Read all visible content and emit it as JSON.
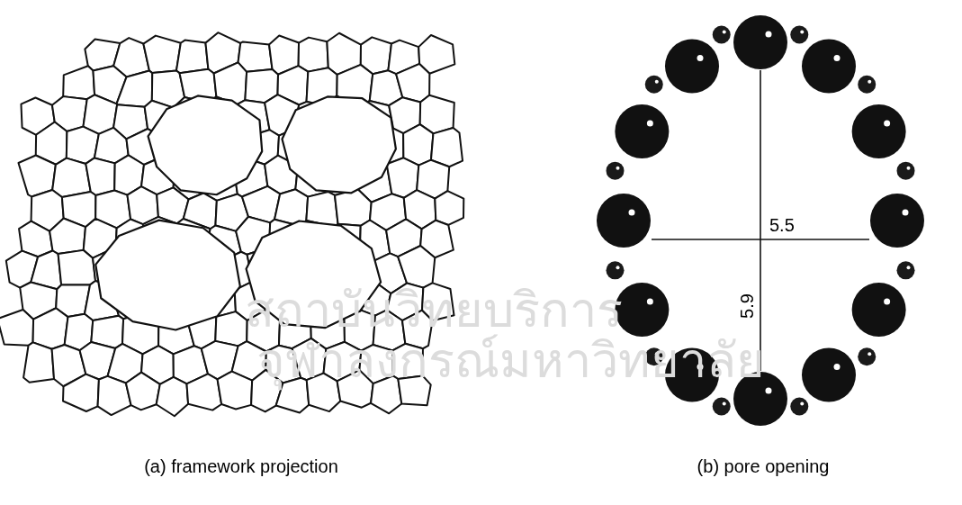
{
  "diagram": {
    "labels": [
      "5.5",
      "5.9",
      "สถาบันวิทยบริการ",
      "จุฬาลงกรณ์มหาวิทยาลัย",
      "(a) framework projection",
      "(b) pore opening"
    ]
  }
}
